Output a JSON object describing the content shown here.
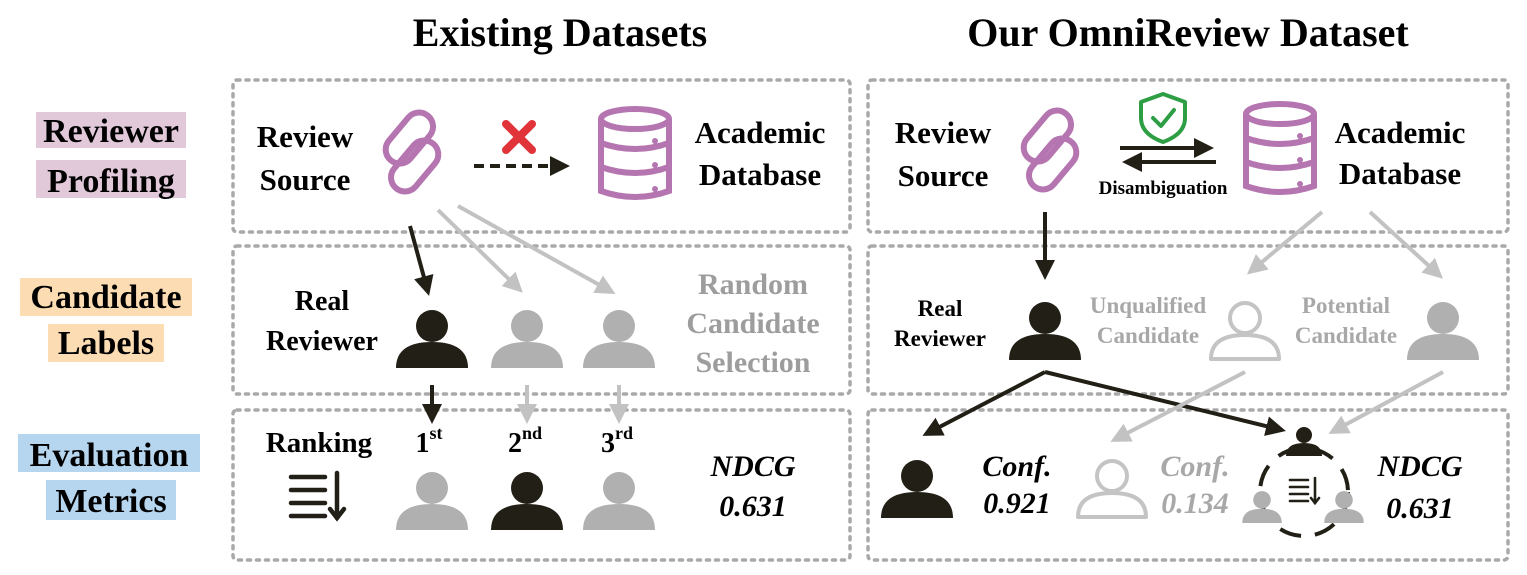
{
  "titles": {
    "existing": "Existing Datasets",
    "ours": "Our OmniReview Dataset"
  },
  "rows": {
    "profiling": [
      "Reviewer",
      "Profiling"
    ],
    "candidates": [
      "Candidate",
      "Labels"
    ],
    "evaluation": [
      "Evaluation",
      "Metrics"
    ]
  },
  "left": {
    "source": [
      "Review",
      "Source"
    ],
    "database": [
      "Academic",
      "Database"
    ],
    "real_reviewer": [
      "Real",
      "Reviewer"
    ],
    "random_selection": [
      "Random",
      "Candidate",
      "Selection"
    ],
    "ranking": "Ranking",
    "ranks": [
      {
        "base": "1",
        "sup": "st"
      },
      {
        "base": "2",
        "sup": "nd"
      },
      {
        "base": "3",
        "sup": "rd"
      }
    ],
    "metric_name": "NDCG",
    "metric_value": "0.631"
  },
  "right": {
    "source": [
      "Review",
      "Source"
    ],
    "database": [
      "Academic",
      "Database"
    ],
    "disambiguation": "Disambiguation",
    "real_reviewer": [
      "Real",
      "Reviewer"
    ],
    "unqualified": [
      "Unqualified",
      "Candidate"
    ],
    "potential": [
      "Potential",
      "Candidate"
    ],
    "conf_label": "Conf.",
    "conf_real": "0.921",
    "conf_unqualified": "0.134",
    "metric_name": "NDCG",
    "metric_value": "0.631"
  },
  "colors": {
    "profiling_bg": "#e2c9da",
    "candidates_bg": "#fbdcb3",
    "evaluation_bg": "#b6d6ef",
    "link_purple": "#b575b0",
    "dark": "#221f16",
    "gray": "#a8a8a8",
    "cross_red": "#e0343a",
    "shield_green": "#2e9e44",
    "box_border": "#a9a9a9"
  },
  "icons": [
    "link-icon",
    "database-icon",
    "person-icon",
    "cross-icon",
    "shield-check-icon",
    "ranking-list-icon"
  ]
}
